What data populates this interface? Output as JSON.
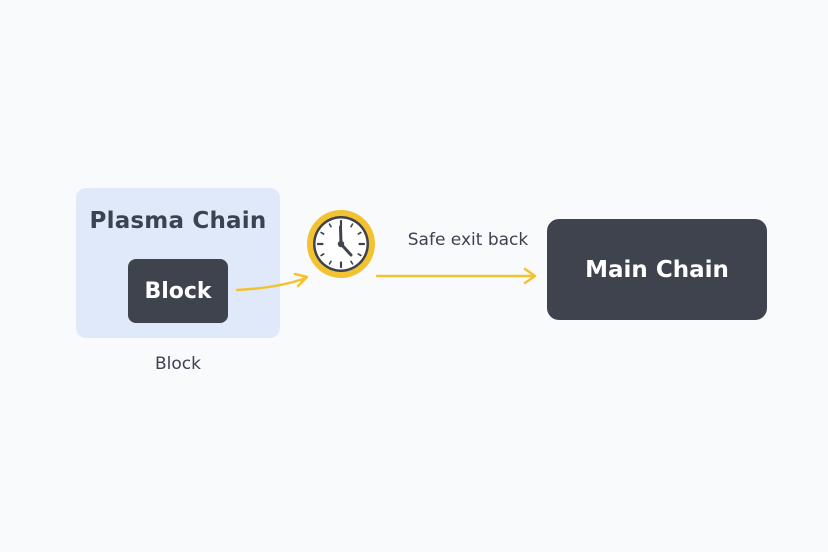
{
  "plasma_chain": {
    "title": "Plasma Chain",
    "block_label": "Block",
    "caption": "Block"
  },
  "exit": {
    "label": "Safe exit back"
  },
  "main_chain": {
    "label": "Main Chain"
  },
  "icons": {
    "timer": "clock-icon"
  },
  "colors": {
    "arrow": "#f2c230",
    "plasma_bg": "#e0e9fa",
    "dark_box": "#3f434e",
    "clock_ring": "#f2c230"
  }
}
